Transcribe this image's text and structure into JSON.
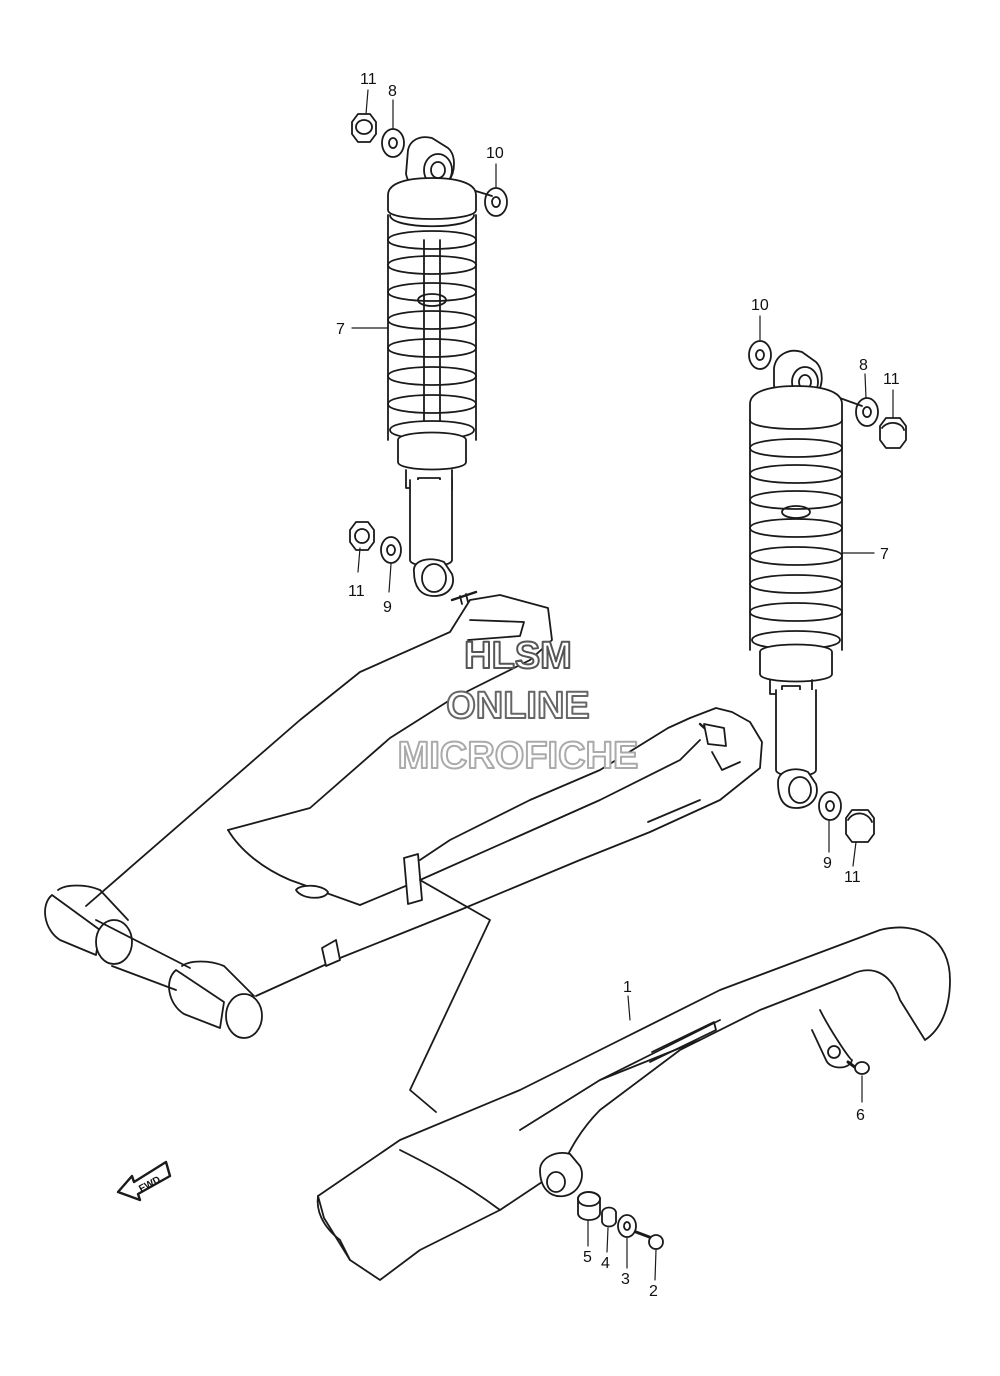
{
  "labels": [
    {
      "id": "l11a",
      "text": "11"
    },
    {
      "id": "l8a",
      "text": "8"
    },
    {
      "id": "l10a",
      "text": "10"
    },
    {
      "id": "l7a",
      "text": "7"
    },
    {
      "id": "l11b",
      "text": "11"
    },
    {
      "id": "l9a",
      "text": "9"
    },
    {
      "id": "l10b",
      "text": "10"
    },
    {
      "id": "l8b",
      "text": "8"
    },
    {
      "id": "l11c",
      "text": "11"
    },
    {
      "id": "l7b",
      "text": "7"
    },
    {
      "id": "l9b",
      "text": "9"
    },
    {
      "id": "l11d",
      "text": "11"
    },
    {
      "id": "l1",
      "text": "1"
    },
    {
      "id": "l6",
      "text": "6"
    },
    {
      "id": "l5",
      "text": "5"
    },
    {
      "id": "l4",
      "text": "4"
    },
    {
      "id": "l3",
      "text": "3"
    },
    {
      "id": "l2",
      "text": "2"
    }
  ],
  "watermark": {
    "line1": "HLSM",
    "line2": "ONLINE",
    "line3": "MICROFICHE"
  },
  "fwd_arrow": {
    "text": "FWD"
  },
  "colors": {
    "line": "#1a1a1a",
    "watermark": "#9a9a9a",
    "background": "#ffffff"
  }
}
